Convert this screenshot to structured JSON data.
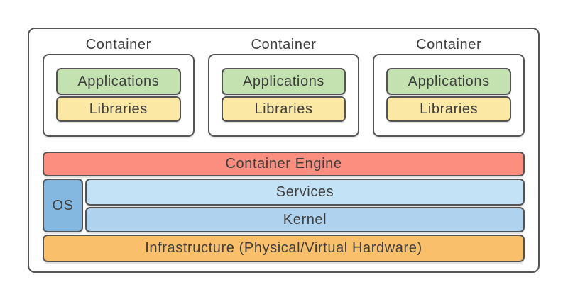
{
  "colors": {
    "border": "#545454",
    "text": "#3e3e3e",
    "applications": "#c3e2b0",
    "libraries": "#fbe8a4",
    "engine": "#fb8e7f",
    "os": "#84b8e1",
    "services": "#c4e2f6",
    "kernel": "#afd3ee",
    "infrastructure": "#fabf6b",
    "canvas-bg": "#ffffff"
  },
  "containers": [
    {
      "label": "Container",
      "applications": "Applications",
      "libraries": "Libraries"
    },
    {
      "label": "Container",
      "applications": "Applications",
      "libraries": "Libraries"
    },
    {
      "label": "Container",
      "applications": "Applications",
      "libraries": "Libraries"
    }
  ],
  "layers": {
    "engine": "Container Engine",
    "os": "OS",
    "services": "Services",
    "kernel": "Kernel",
    "infrastructure": "Infrastructure (Physical/Virtual Hardware)"
  }
}
